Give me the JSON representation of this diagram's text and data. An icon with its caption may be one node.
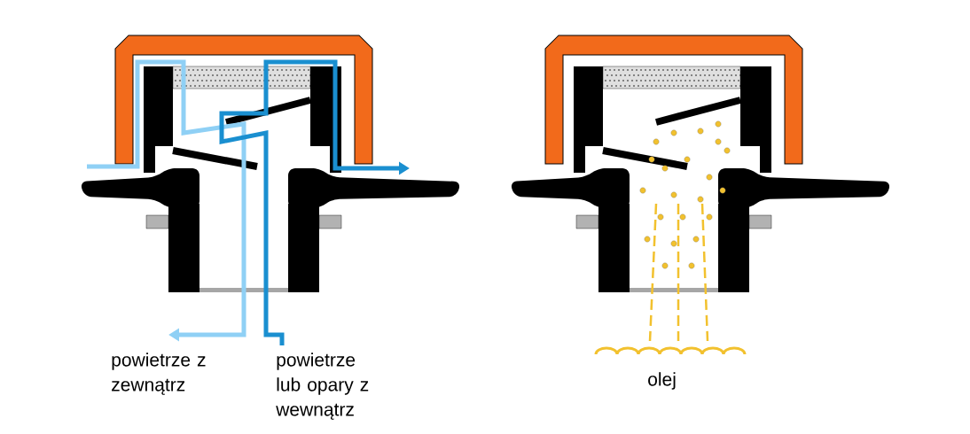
{
  "diagram": {
    "labels": [
      "powietrze z zewnątrz",
      "powietrze lub opary z wewnątrz",
      "olej"
    ]
  }
}
